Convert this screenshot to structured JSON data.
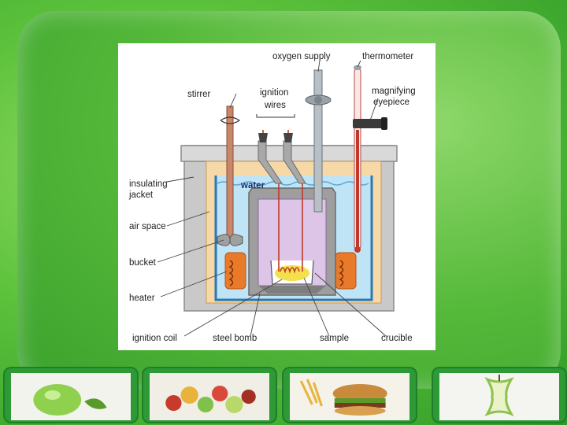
{
  "diagram": {
    "labels": {
      "oxygen_supply": "oxygen supply",
      "thermometer": "thermometer",
      "stirrer": "stirrer",
      "ignition_wires_line1": "ignition",
      "ignition_wires_line2": "wires",
      "magnifying_line1": "magnifying",
      "magnifying_line2": "eyepiece",
      "insulating_line1": "insulating",
      "insulating_line2": "jacket",
      "water": "water",
      "air_space": "air space",
      "bucket": "bucket",
      "heater": "heater",
      "ignition_coil": "ignition coil",
      "steel_bomb": "steel bomb",
      "sample": "sample",
      "crucible": "crucible"
    },
    "colors": {
      "jacket": "#c9c9c9",
      "air_space": "#f7d9a8",
      "water": "#bfe4f6",
      "bucket_outline": "#2a78b5",
      "bomb": "#9e9e9e",
      "bomb_interior": "#dcc5e6",
      "heater": "#e87a2a",
      "wires": "#c0392b",
      "sample": "#f4e04d"
    }
  },
  "thumbnails": [
    {
      "icon": "green-apple-icon"
    },
    {
      "icon": "mixed-fruit-icon"
    },
    {
      "icon": "burger-and-fries-icon"
    },
    {
      "icon": "apple-core-icon"
    }
  ]
}
